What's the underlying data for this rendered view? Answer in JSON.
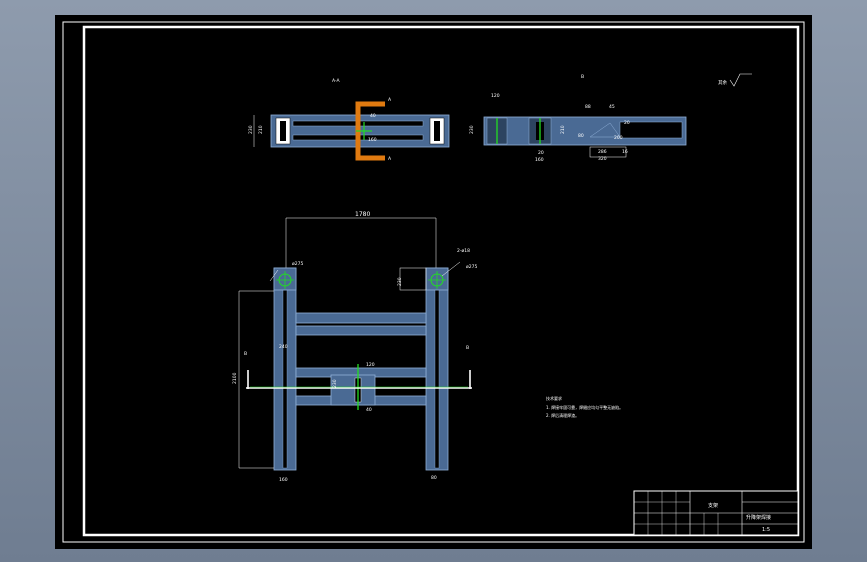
{
  "drawing": {
    "colors": {
      "outer_bg": "#7f8ca0",
      "sheet": "#000000",
      "frame": "#ffffff",
      "member": "#4a6a94",
      "member_edge": "#8fb0d8",
      "accent_orange": "#e07a10",
      "accent_green": "#22dd22"
    },
    "views": {
      "top_left": {
        "label": "A-A",
        "dims": [
          "230",
          "210",
          "40",
          "160"
        ],
        "section_marks": [
          "A",
          "A"
        ]
      },
      "top_right": {
        "label": "B",
        "dims": [
          "120",
          "230",
          "210",
          "20",
          "160",
          "88",
          "45",
          "80",
          "200",
          "286",
          "320",
          "16"
        ]
      },
      "main": {
        "dims": [
          "1780",
          "230",
          "2100",
          "240",
          "120",
          "230",
          "40",
          "160",
          "80"
        ],
        "callouts": [
          "2-ø18",
          "ø275"
        ],
        "section_marks": [
          "B",
          "B"
        ]
      },
      "roughness": {
        "text": "其余"
      }
    },
    "notes": {
      "heading": "技术要求",
      "lines": [
        "1. 焊接牢固可靠，焊缝应均匀平整无缺陷。",
        "2. 焊后清理焊渣。"
      ]
    },
    "title_block": {
      "drawing_name": "支架",
      "part_name": "升降架焊接",
      "scale": "1:5"
    }
  }
}
